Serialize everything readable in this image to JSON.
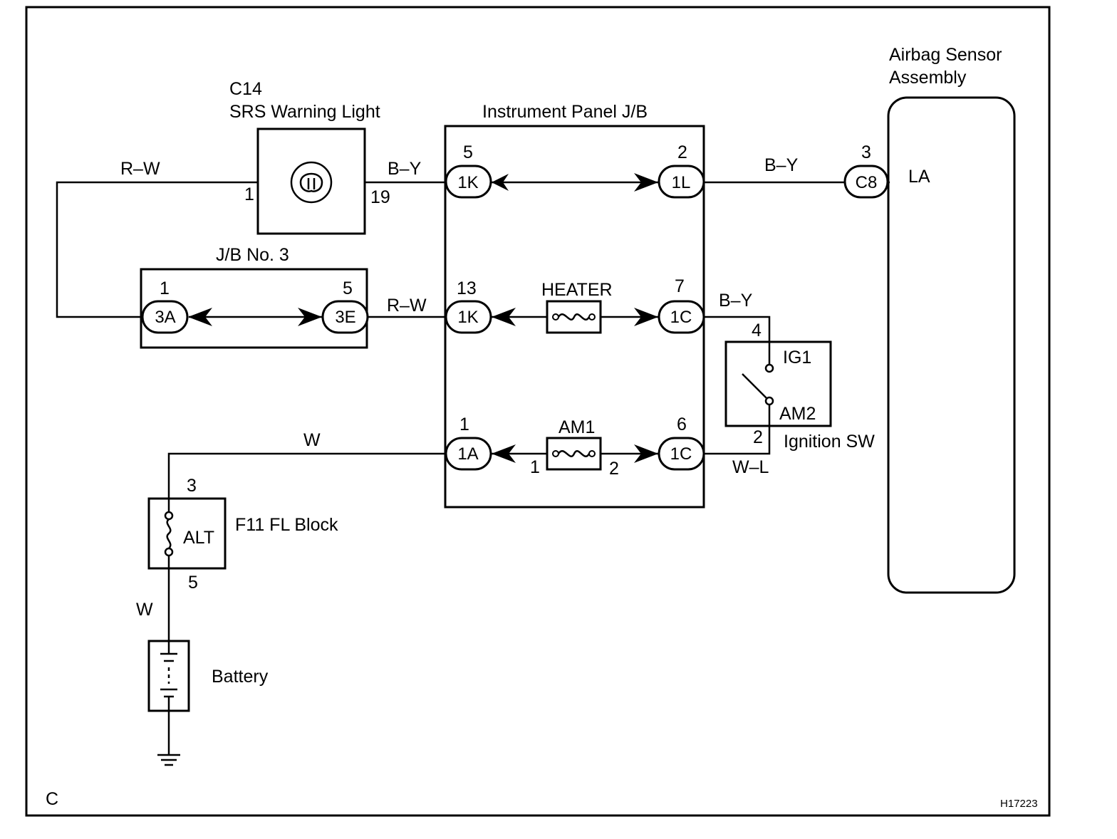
{
  "diagram": {
    "c14_code": "C14",
    "srs_warning_light": "SRS Warning Light",
    "instrument_panel_jb": "Instrument Panel J/B",
    "airbag_sensor_line1": "Airbag Sensor",
    "airbag_sensor_line2": "Assembly",
    "jb_no3": "J/B No. 3",
    "heater_fuse": "HEATER",
    "am1_fuse": "AM1",
    "ignition_sw": "Ignition SW",
    "ig1": "IG1",
    "am2": "AM2",
    "f11_fl_block": "F11 FL Block",
    "alt": "ALT",
    "battery": "Battery",
    "la_terminal": "LA",
    "corner_code": "C",
    "figure_id": "H17223"
  },
  "wires": {
    "r_w_top": "R–W",
    "b_y_light": "B–Y",
    "b_y_sensor": "B–Y",
    "r_w_mid": "R–W",
    "b_y_ig": "B–Y",
    "w_top": "W",
    "w_l": "W–L",
    "w_battery": "W"
  },
  "connectors": {
    "c1k_top": "1K",
    "c1l": "1L",
    "c8": "C8",
    "c3a": "3A",
    "c3e": "3E",
    "c1k_mid": "1K",
    "c1c_mid": "1C",
    "c1a": "1A",
    "c1c_bot": "1C"
  },
  "pins": {
    "light_pin1": "1",
    "light_pin19": "19",
    "k_top_pin": "5",
    "l_pin": "2",
    "c8_pin": "3",
    "a3_pin": "1",
    "e3_pin": "5",
    "k_mid_pin": "13",
    "c_mid_pin": "7",
    "ig1_pin": "4",
    "a1_pin": "1",
    "c_bot_pin": "6",
    "am1_pin1": "1",
    "am1_pin2": "2",
    "am2_pin": "2",
    "alt_pin3": "3",
    "alt_pin5": "5"
  }
}
